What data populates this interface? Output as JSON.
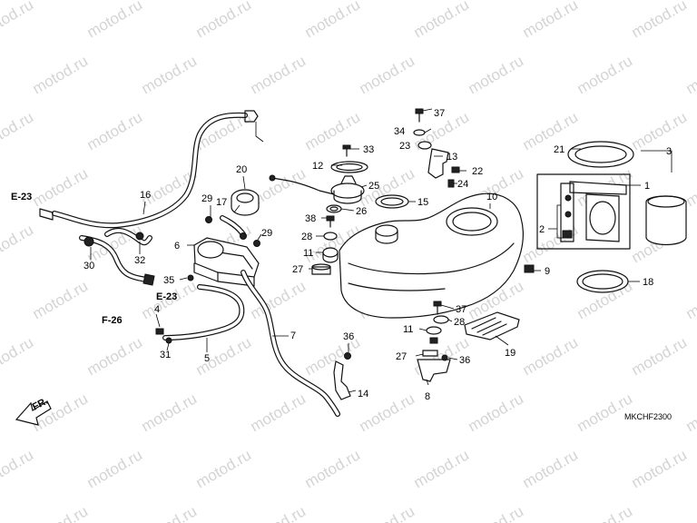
{
  "watermark": "motod.ru",
  "diagram_code": "MKCHF2300",
  "direction_label": "FR.",
  "references": [
    {
      "key": "e23-top",
      "text": "E-23"
    },
    {
      "key": "e23-bottom",
      "text": "E-23"
    },
    {
      "key": "f26",
      "text": "F-26"
    }
  ],
  "part_numbers": [
    "1",
    "2",
    "3",
    "4",
    "5",
    "6",
    "7",
    "8",
    "9",
    "10",
    "11",
    "12",
    "13",
    "14",
    "15",
    "16",
    "17",
    "18",
    "19",
    "20",
    "21",
    "22",
    "23",
    "24",
    "25",
    "26",
    "27",
    "28",
    "29",
    "30",
    "31",
    "32",
    "33",
    "34",
    "35",
    "36",
    "37",
    "38"
  ],
  "callouts": [
    {
      "key": "c1",
      "text": "1"
    },
    {
      "key": "c2",
      "text": "2"
    },
    {
      "key": "c3",
      "text": "3"
    },
    {
      "key": "c4",
      "text": "4"
    },
    {
      "key": "c5",
      "text": "5"
    },
    {
      "key": "c6",
      "text": "6"
    },
    {
      "key": "c7",
      "text": "7"
    },
    {
      "key": "c8",
      "text": "8"
    },
    {
      "key": "c9",
      "text": "9"
    },
    {
      "key": "c10",
      "text": "10"
    },
    {
      "key": "c11a",
      "text": "11"
    },
    {
      "key": "c11b",
      "text": "11"
    },
    {
      "key": "c12",
      "text": "12"
    },
    {
      "key": "c13",
      "text": "13"
    },
    {
      "key": "c14",
      "text": "14"
    },
    {
      "key": "c15",
      "text": "15"
    },
    {
      "key": "c16",
      "text": "16"
    },
    {
      "key": "c17",
      "text": "17"
    },
    {
      "key": "c18",
      "text": "18"
    },
    {
      "key": "c19",
      "text": "19"
    },
    {
      "key": "c20",
      "text": "20"
    },
    {
      "key": "c21",
      "text": "21"
    },
    {
      "key": "c22",
      "text": "22"
    },
    {
      "key": "c23",
      "text": "23"
    },
    {
      "key": "c24",
      "text": "24"
    },
    {
      "key": "c25",
      "text": "25"
    },
    {
      "key": "c26",
      "text": "26"
    },
    {
      "key": "c27a",
      "text": "27"
    },
    {
      "key": "c27b",
      "text": "27"
    },
    {
      "key": "c28a",
      "text": "28"
    },
    {
      "key": "c28b",
      "text": "28"
    },
    {
      "key": "c29a",
      "text": "29"
    },
    {
      "key": "c29b",
      "text": "29"
    },
    {
      "key": "c30",
      "text": "30"
    },
    {
      "key": "c31",
      "text": "31"
    },
    {
      "key": "c32",
      "text": "32"
    },
    {
      "key": "c33",
      "text": "33"
    },
    {
      "key": "c34",
      "text": "34"
    },
    {
      "key": "c35",
      "text": "35"
    },
    {
      "key": "c36a",
      "text": "36"
    },
    {
      "key": "c36b",
      "text": "36"
    },
    {
      "key": "c37a",
      "text": "37"
    },
    {
      "key": "c37b",
      "text": "37"
    },
    {
      "key": "c38",
      "text": "38"
    }
  ]
}
